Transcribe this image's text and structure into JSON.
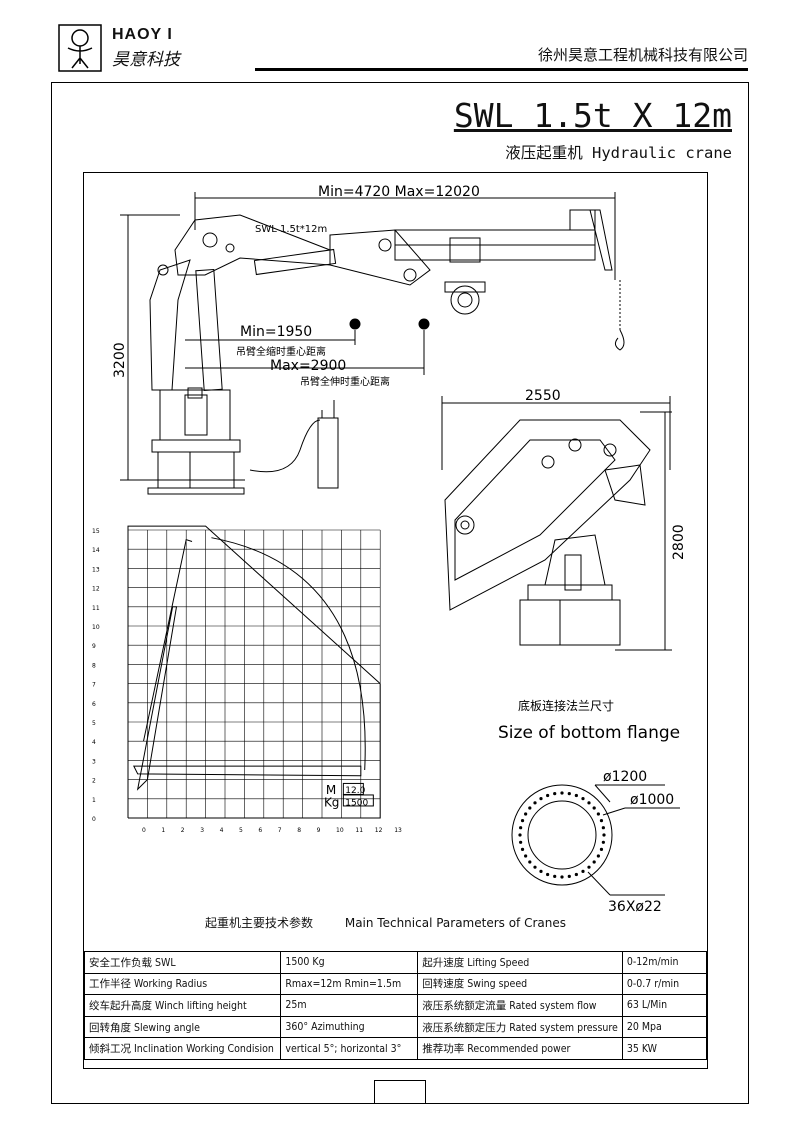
{
  "header": {
    "brand_en": "HAOY I",
    "brand_cn": "昊意科技",
    "company": "徐州昊意工程机械科技有限公司"
  },
  "title": {
    "main": "SWL 1.5t X 12m",
    "sub": "液压起重机 Hydraulic crane"
  },
  "side_view": {
    "reach_label": "Min=4720   Max=12020",
    "height_label": "3200",
    "boom_label": "SWL 1.5t*12m",
    "cg_min": "Min=1950",
    "cg_min_desc": "吊臂全缩时重心距离",
    "cg_max": "Max=2900",
    "cg_max_desc": "吊臂全伸时重心距离"
  },
  "folded_view": {
    "width_label": "2550",
    "height_label": "2800"
  },
  "load_chart": {
    "y_ticks": [
      "15",
      "14",
      "13",
      "12",
      "11",
      "10",
      "9",
      "8",
      "7",
      "6",
      "5",
      "4",
      "3",
      "2",
      "1",
      "0"
    ],
    "x_ticks": [
      "0",
      "1",
      "2",
      "3",
      "4",
      "5",
      "6",
      "7",
      "8",
      "9",
      "10",
      "11",
      "12",
      "13"
    ],
    "legend_m": "M",
    "legend_m_val": "12.0",
    "legend_kg": "Kg",
    "legend_kg_val": "1500"
  },
  "flange": {
    "caption_cn": "底板连接法兰尺寸",
    "caption_en": "Size of bottom flange",
    "outer_dia": "ø1200",
    "bolt_circle": "ø1000",
    "holes": "36Xø22"
  },
  "params": {
    "caption_cn": "起重机主要技术参数",
    "caption_en": "Main Technical Parameters of Cranes",
    "rows": [
      [
        "安全工作负载 SWL",
        "1500 Kg",
        "起升速度 Lifting Speed",
        "0-12m/min"
      ],
      [
        "工作半径 Working Radius",
        "Rmax=12m   Rmin=1.5m",
        "回转速度 Swing speed",
        "0-0.7 r/min"
      ],
      [
        "绞车起升高度 Winch lifting height",
        " 25m",
        "液压系统额定流量 Rated system flow",
        "63 L/Min"
      ],
      [
        "回转角度 Slewing angle",
        "360° Azimuthing",
        "液压系统额定压力 Rated system pressure",
        "20 Mpa"
      ],
      [
        "倾斜工况 Inclination Working Condision",
        "vertical 5°; horizontal 3°",
        "推荐功率 Recommended power",
        "35 KW"
      ]
    ]
  }
}
